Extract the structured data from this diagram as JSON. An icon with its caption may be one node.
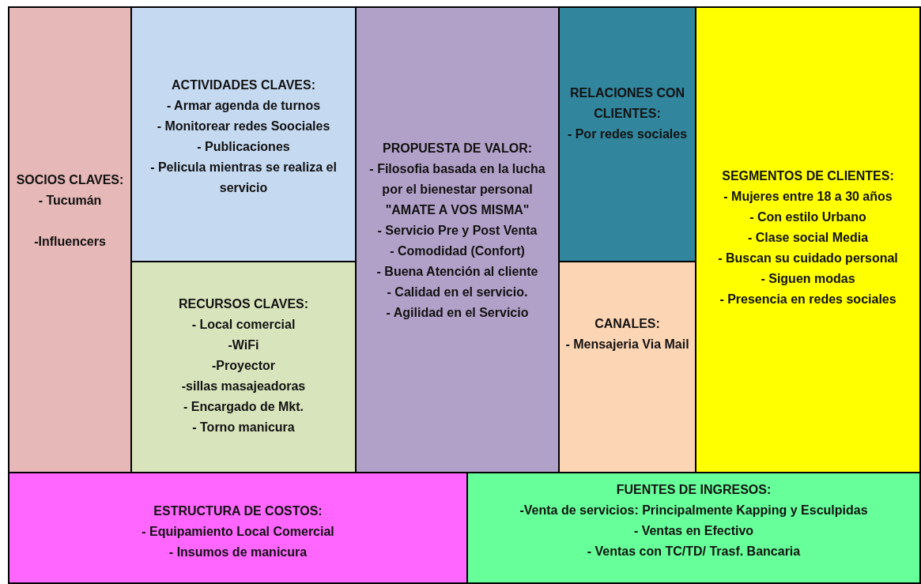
{
  "diagram": {
    "nodes": [
      {
        "text": [
          "SOCIOS CLAVES:",
          "- Tucumán",
          "-Influencers"
        ]
      },
      {
        "text": [
          "ACTIVIDADES CLAVES:",
          "- Armar agenda de turnos",
          "- Monitorear redes Soociales",
          "- Publicaciones",
          "- Pelicula mientras se realiza el servicio"
        ]
      },
      {
        "text": [
          "RECURSOS CLAVES:",
          "- Local comercial",
          "-WiFi",
          "-Proyector",
          "-sillas masajeadoras",
          "- Encargado de Mkt.",
          "- Torno manicura"
        ]
      },
      {
        "text": [
          "PROPUESTA DE VALOR:",
          "- Filosofia basada en la lucha por el bienestar personal",
          "\"AMATE A VOS MISMA\"",
          "- Servicio Pre y Post Venta",
          "- Comodidad (Confort)",
          "- Buena Atención al cliente",
          "- Calidad en el servicio.",
          "- Agilidad en el Servicio"
        ]
      },
      {
        "text": [
          "RELACIONES CON CLIENTES:",
          "- Por redes sociales"
        ]
      },
      {
        "text": [
          "CANALES:",
          "- Mensajeria Via Mail"
        ]
      },
      {
        "text": [
          "SEGMENTOS DE CLIENTES:",
          "- Mujeres entre 18 a 30 años",
          "- Con estilo Urbano",
          "- Clase social Media",
          "- Buscan su cuidado personal",
          "- Siguen modas",
          "- Presencia en redes sociales"
        ]
      },
      {
        "text": [
          "ESTRUCTURA DE COSTOS:",
          "- Equipamiento Local Comercial",
          "- Insumos de manicura"
        ]
      },
      {
        "text": [
          "FUENTES DE INGRESOS:",
          "-Venta de servicios: Principalmente Kapping y Esculpidas",
          "- Ventas en Efectivo",
          "- Ventas con TC/TD/ Trasf. Bancaria"
        ]
      }
    ],
    "edges": []
  }
}
